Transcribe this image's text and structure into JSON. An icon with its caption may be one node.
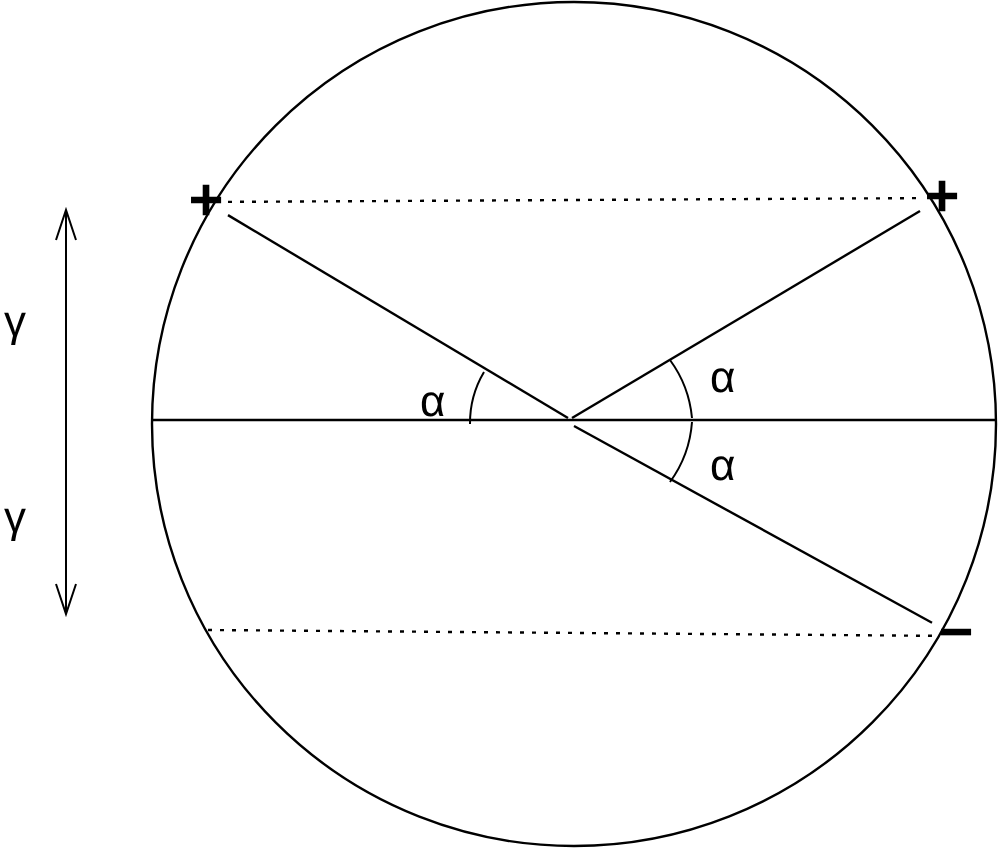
{
  "diagram": {
    "nodes": [
      {
        "text": [
          "+"
        ]
      },
      {
        "text": [
          "+"
        ]
      },
      {
        "text": [
          "−"
        ]
      }
    ],
    "edges": [
      {
        "from": null,
        "to": 0,
        "arrow": "none"
      },
      {
        "from": null,
        "to": 1,
        "arrow": "none"
      },
      {
        "from": null,
        "to": 2,
        "arrow": "none"
      },
      {
        "from": 0,
        "to": 1,
        "arrow": "none",
        "style": "dashed"
      },
      {
        "from": null,
        "to": 2,
        "arrow": "none",
        "style": "dashed"
      }
    ],
    "labels": [
      "γ",
      "γ",
      "α",
      "α",
      "α"
    ]
  }
}
